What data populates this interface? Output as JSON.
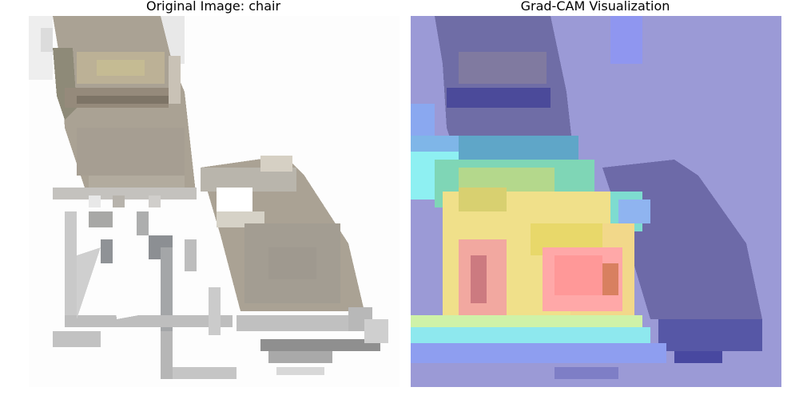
{
  "figure": {
    "panels": [
      {
        "title": "Original Image: chair",
        "kind": "photo"
      },
      {
        "title": "Grad-CAM Visualization",
        "kind": "heatmap-overlay"
      }
    ]
  },
  "colors": {
    "background": "#ffffff",
    "chair_fabric": "#aaa294",
    "chair_frame": "#a6a7a8",
    "overlay_base": "#9b9ad6",
    "heat_hot": "#ff9a9a",
    "heat_warm": "#f7e58a",
    "heat_mid": "#8ee8c8",
    "heat_cool": "#6fa6ee"
  }
}
